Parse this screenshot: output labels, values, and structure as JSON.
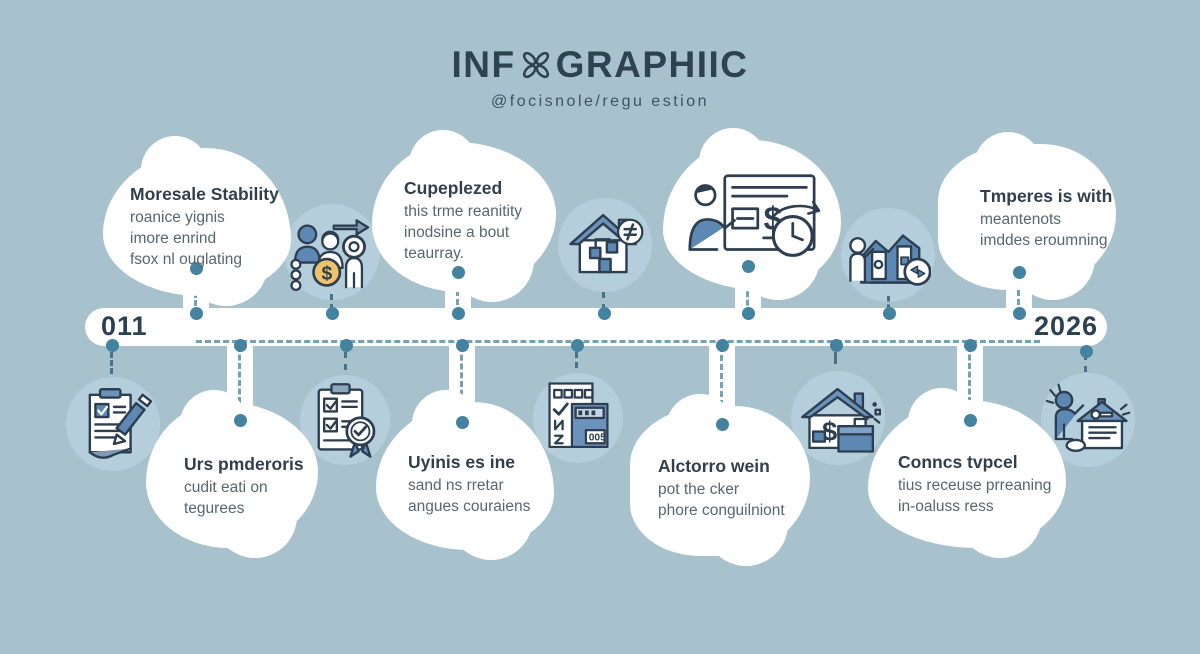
{
  "header": {
    "title_left": "INF",
    "title_right": "GRAPHIIC",
    "subtitle": "@focisnole/regu estion"
  },
  "timeline": {
    "start_year": "011",
    "end_year": "2026"
  },
  "top_bubbles": [
    {
      "title": "Moresale Stability",
      "lines": [
        "roanice yignis",
        "imore enrind",
        "fsox nl ouglating"
      ]
    },
    {
      "title": "Cupeplezed",
      "lines": [
        "this trme reanitity",
        "inodsine a bout",
        "teaurray."
      ]
    },
    {
      "title": "",
      "lines": [],
      "icon": "presentation-money-time-icon"
    },
    {
      "title": "Tmperes is with",
      "lines": [
        "meantenots",
        "imddes eroumning"
      ]
    }
  ],
  "bottom_bubbles": [
    {
      "title": "Urs pmderoris",
      "lines": [
        "cudit eati on",
        "tegurees"
      ]
    },
    {
      "title": "Uyinis es ine",
      "lines": [
        "sand ns rretar",
        "angues couraiens"
      ]
    },
    {
      "title": "Alctorro wein",
      "lines": [
        "pot the cker",
        "phore conguilniont"
      ]
    },
    {
      "title": "Conncs tvpcel",
      "lines": [
        "tius receuse prreaning",
        "in-oaluss ress"
      ]
    }
  ],
  "icons": {
    "title_glyph": "knot-icon",
    "top_row": [
      "people-money-icon",
      "house-floorplan-icon",
      "market-chart-icon"
    ],
    "bubble3_icon": "presentation-money-time-icon",
    "bottom_row": [
      "contract-signing-icon",
      "checklist-certificate-icon",
      "calculator-form-icon",
      "house-payment-icon",
      "new-home-celebration-icon"
    ],
    "calculator_display": "005",
    "dollar_glyph": "$"
  },
  "colors": {
    "background": "#a7c1cd",
    "bubble": "#ffffff",
    "accent_teal": "#44839f",
    "dash": "#73a2b5",
    "dark_navy": "#2e4252",
    "icon_blue": "#5d88b3",
    "roof_blue": "#6b92ba",
    "coin_yellow": "#f0c26a",
    "title_text": "#323f4b",
    "body_text": "#57666f"
  }
}
